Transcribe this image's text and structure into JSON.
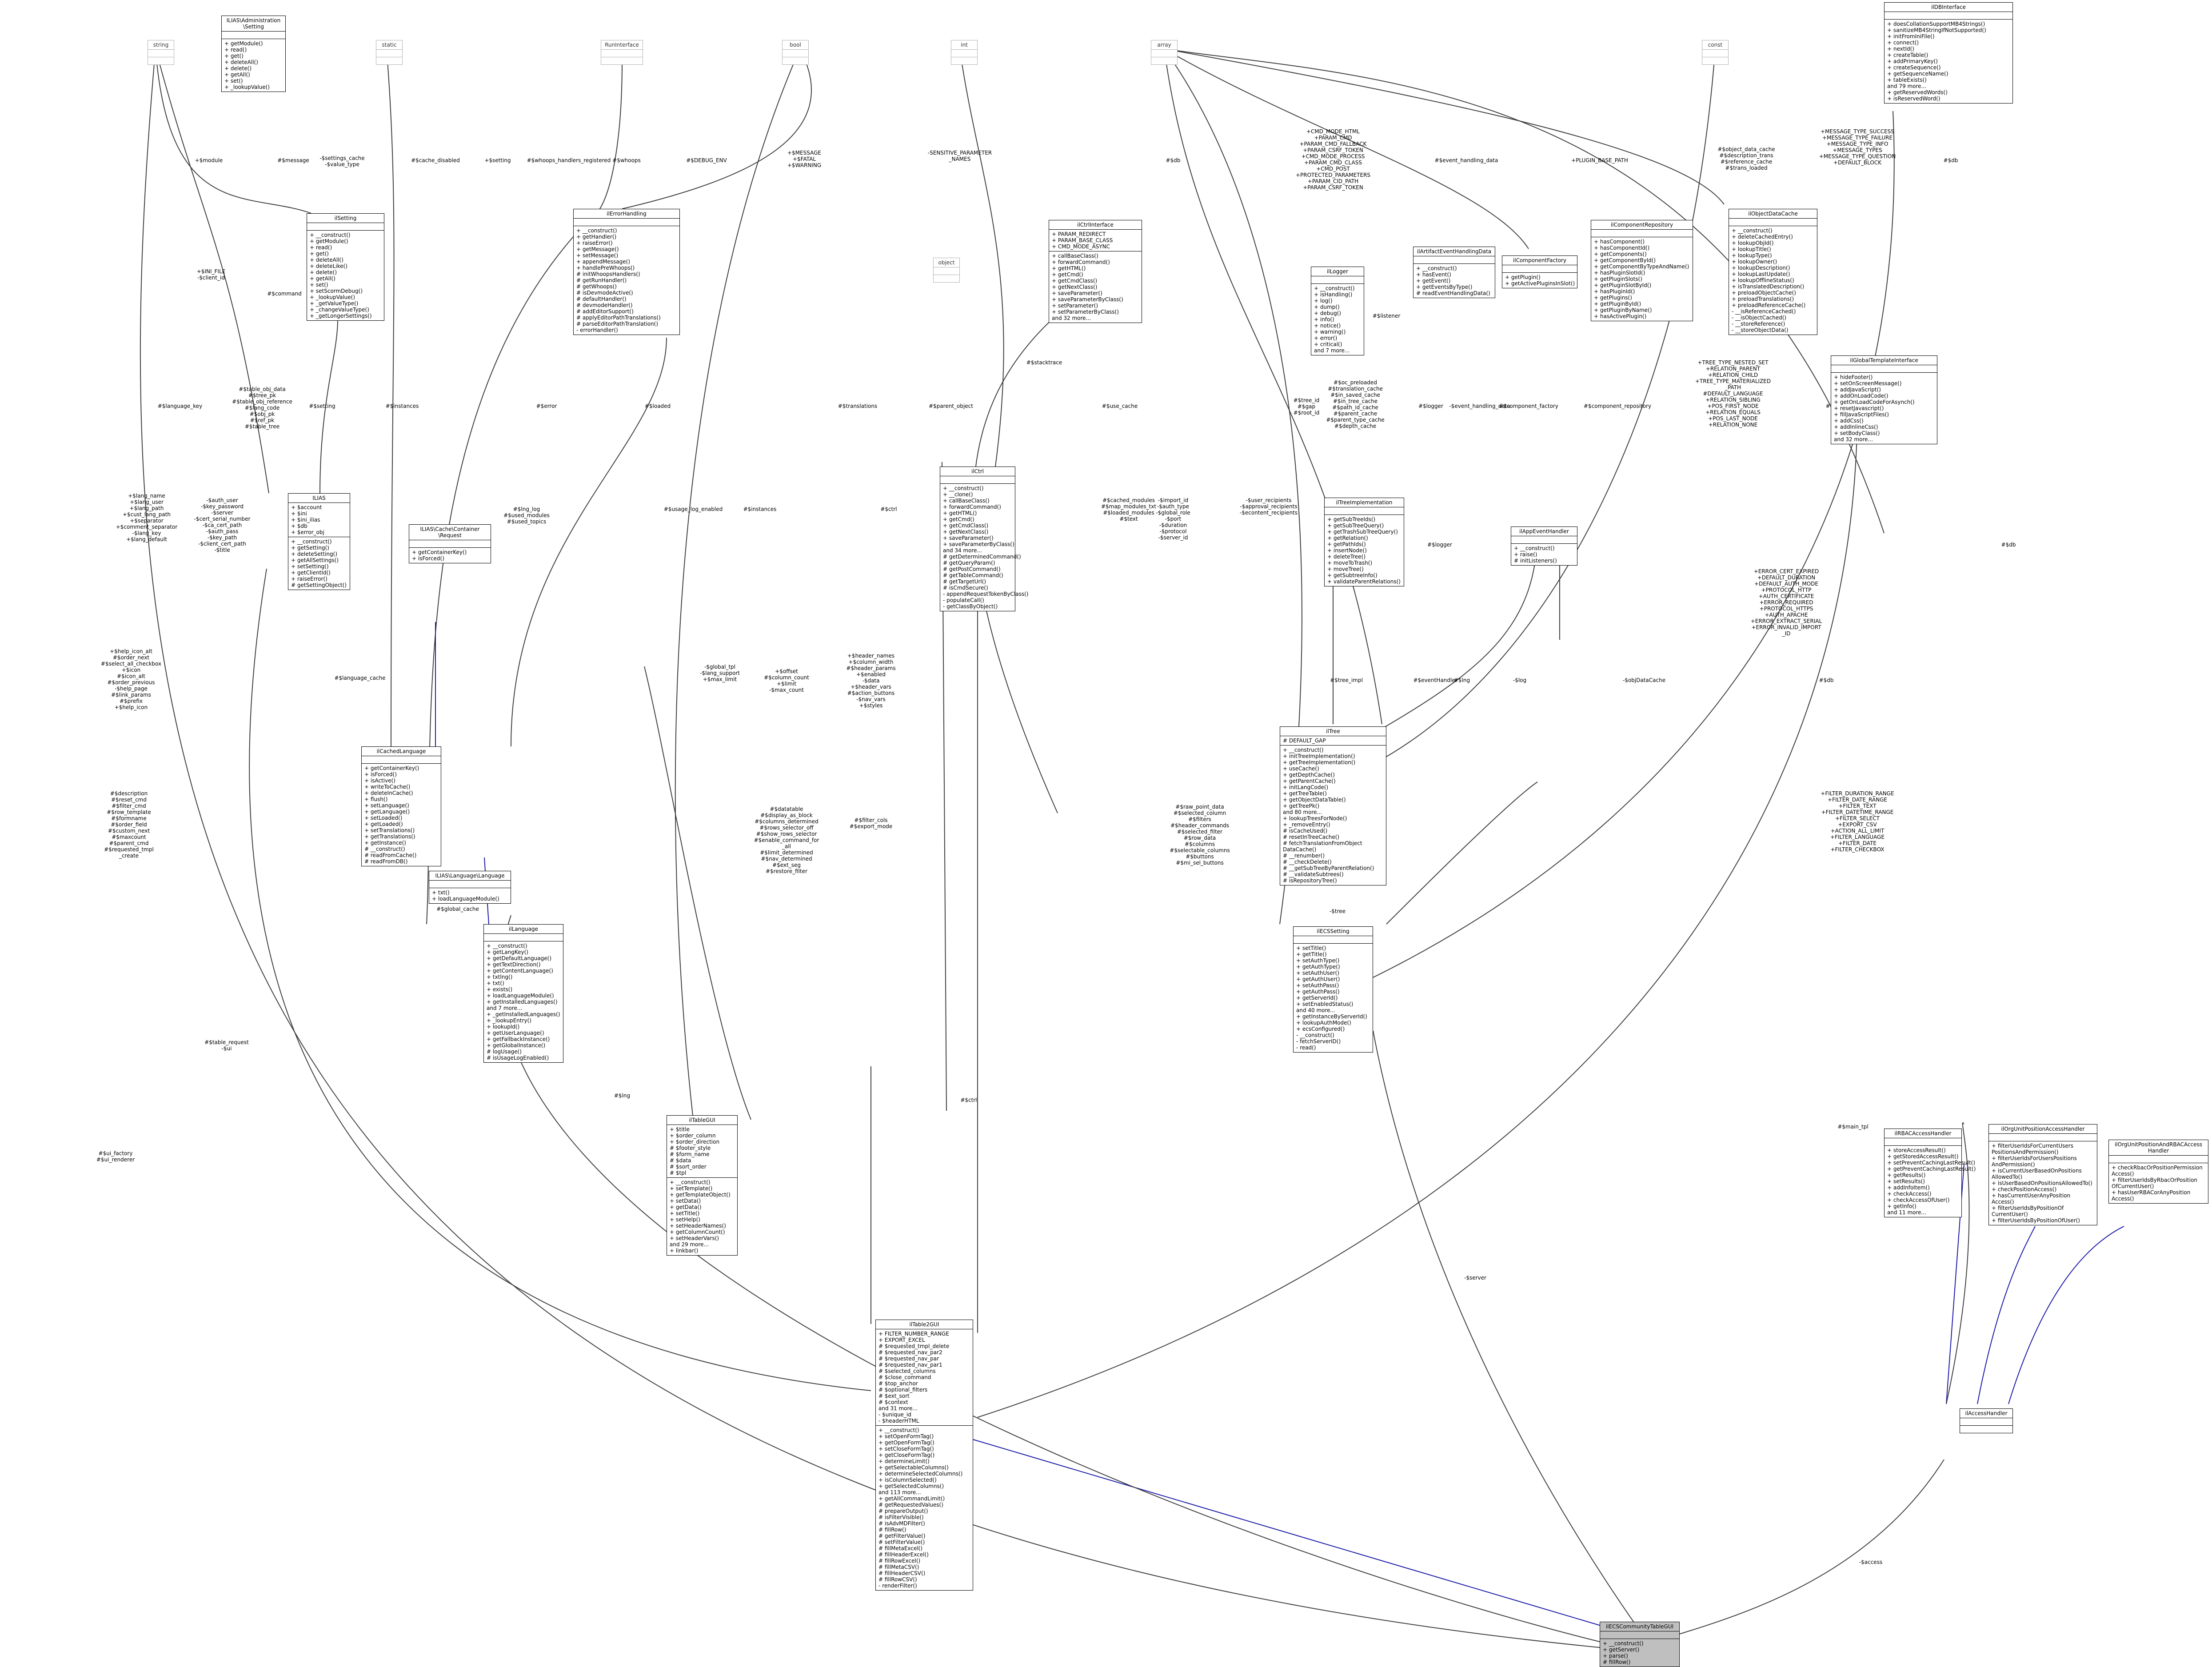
{
  "diagram_title": "",
  "classes": [
    {
      "id": "string",
      "name": "string",
      "attrs": "",
      "ops": "",
      "ghost": true
    },
    {
      "id": "setting_iface",
      "name": "ILIAS\\Administration\n\\Setting",
      "attrs": "",
      "ops": "+ getModule()\n+ read()\n+ get()\n+ deleteAll()\n+ delete()\n+ getAll()\n+ set()\n+ _lookupValue()"
    },
    {
      "id": "static",
      "name": "static",
      "attrs": "",
      "ops": "",
      "ghost": true
    },
    {
      "id": "runiface",
      "name": "RunInterface",
      "attrs": "",
      "ops": "",
      "ghost": true
    },
    {
      "id": "bool",
      "name": "bool",
      "attrs": "",
      "ops": "",
      "ghost": true
    },
    {
      "id": "int",
      "name": "int",
      "attrs": "",
      "ops": "",
      "ghost": true
    },
    {
      "id": "array",
      "name": "array",
      "attrs": "",
      "ops": "",
      "ghost": true
    },
    {
      "id": "const",
      "name": "const",
      "attrs": "",
      "ops": "",
      "ghost": true
    },
    {
      "id": "idbinterface",
      "name": "ilDBInterface",
      "attrs": "",
      "ops": "+ doesCollationSupportMB4Strings()\n+ sanitizeMB4StringIfNotSupported()\n+ initFromIniFile()\n+ connect()\n+ nextId()\n+ createTable()\n+ addPrimaryKey()\n+ createSequence()\n+ getSequenceName()\n+ tableExists()\nand 79 more...\n+ getReservedWords()\n+ isReservedWord()"
    },
    {
      "id": "ilsetting",
      "name": "ilSetting",
      "attrs": "",
      "ops": "+ __construct()\n+ getModule()\n+ read()\n+ get()\n+ deleteAll()\n+ deleteLike()\n+ delete()\n+ getAll()\n+ set()\n+ setScormDebug()\n+ _lookupValue()\n+ _getValueType()\n+ _changeValueType()\n+ _getLongerSettings()"
    },
    {
      "id": "errorhandling",
      "name": "ilErrorHandling",
      "attrs": "",
      "ops": "+ __construct()\n+ getHandler()\n+ raiseError()\n+ getMessage()\n+ setMessage()\n+ appendMessage()\n+ handlePreWhoops()\n# initWhoopsHandlers()\n# getRunHandler()\n# getWhoops()\n# isDevmodeActive()\n# defaultHandler()\n# devmodeHandler()\n# addEditorSupport()\n# applyEditorPathTranslations()\n# parseEditorPathTranslation()\n- errorHandler()"
    },
    {
      "id": "ctrlinterface",
      "name": "ilCtrlInterface",
      "attrs": "+ PARAM_REDIRECT\n+ PARAM_BASE_CLASS\n+ CMD_MODE_ASYNC",
      "ops": "+ callBaseClass()\n+ forwardCommand()\n+ getHTML()\n+ getCmd()\n+ getCmdClass()\n+ getNextClass()\n+ saveParameter()\n+ saveParameterByClass()\n+ setParameter()\n+ setParameterByClass()\nand 32 more..."
    },
    {
      "id": "logger",
      "name": "ilLogger",
      "attrs": "",
      "ops": "+ __construct()\n+ isHandling()\n+ log()\n+ dump()\n+ debug()\n+ info()\n+ notice()\n+ warning()\n+ error()\n+ critical()\nand 7 more..."
    },
    {
      "id": "artifact",
      "name": "ilArtifactEventHandlingData",
      "attrs": "",
      "ops": "+ __construct()\n+ hasEvent()\n+ getEvent()\n+ getEventsByType()\n# readEventHandlingData()"
    },
    {
      "id": "comprepo",
      "name": "ilComponentRepository",
      "attrs": "",
      "ops": "+ hasComponent()\n+ hasComponentId()\n+ getComponents()\n+ getComponentById()\n+ getComponentByTypeAndName()\n+ hasPluginSlotId()\n+ getPluginSlots()\n+ getPluginSlotById()\n+ hasPluginId()\n+ getPlugins()\n+ getPluginById()\n+ getPluginByName()\n+ hasActivePlugin()"
    },
    {
      "id": "compfactory",
      "name": "ilComponentFactory",
      "attrs": "",
      "ops": "+ getPlugin()\n+ getActivePluginsInSlot()"
    },
    {
      "id": "objdatacache",
      "name": "ilObjectDataCache",
      "attrs": "",
      "ops": "+ __construct()\n+ deleteCachedEntry()\n+ lookupObjId()\n+ lookupTitle()\n+ lookupType()\n+ lookupOwner()\n+ lookupDescription()\n+ lookupLastUpdate()\n+ lookupOfflineStatus()\n+ isTranslatedDescription()\n+ preloadObjectCache()\n+ preloadTranslations()\n+ preloadReferenceCache()\n- __isReferenceCached()\n- __isObjectCached()\n- __storeReference()\n- __storeObjectData()"
    },
    {
      "id": "object",
      "name": "object",
      "attrs": "",
      "ops": "",
      "ghost": true
    },
    {
      "id": "globaltpl",
      "name": "ilGlobalTemplateInterface",
      "attrs": "",
      "ops": "+ hideFooter()\n+ setOnScreenMessage()\n+ addJavaScript()\n+ addOnLoadCode()\n+ getOnLoadCodeForAsynch()\n+ resetJavascript()\n+ fillJavaScriptFiles()\n+ addCss()\n+ addInlineCss()\n+ setBodyClass()\nand 32 more..."
    },
    {
      "id": "ilias",
      "name": "ILIAS",
      "attrs": "+ $account\n+ $ini\n+ $ini_ilias\n+ $db\n+ $error_obj",
      "ops": "+ __construct()\n+ getSetting()\n+ deleteSetting()\n+ getAllSettings()\n+ setSetting()\n+ getClientId()\n+ raiseError()\n# getSettingObject()"
    },
    {
      "id": "cachereq",
      "name": "ILIAS\\Cache\\Container\n\\Request",
      "attrs": "",
      "ops": "+ getContainerKey()\n+ isForced()"
    },
    {
      "id": "ctrl",
      "name": "ilCtrl",
      "attrs": "",
      "ops": "+ __construct()\n+ __clone()\n+ callBaseClass()\n+ forwardCommand()\n+ getHTML()\n+ getCmd()\n+ getCmdClass()\n+ getNextClass()\n+ saveParameter()\n+ saveParameterByClass()\nand 34 more...\n# getDeterminedCommand()\n# getQueryParam()\n# getPostCommand()\n# getTableCommand()\n# getTargetUrl()\n# isCmdSecure()\n- appendRequestTokenByClass()\n- populateCall()\n- getClassByObject()"
    },
    {
      "id": "treeimpl",
      "name": "ilTreeImplementation",
      "attrs": "",
      "ops": "+ getSubTreeIds()\n+ getSubTreeQuery()\n+ getTrashSubTreeQuery()\n+ getRelation()\n+ getPathIds()\n+ insertNode()\n+ deleteTree()\n+ moveToTrash()\n+ moveTree()\n+ getSubtreeInfo()\n+ validateParentRelations()"
    },
    {
      "id": "appevent",
      "name": "ilAppEventHandler",
      "attrs": "",
      "ops": "+ __construct()\n+ raise()\n# initListeners()"
    },
    {
      "id": "cachedlang",
      "name": "ilCachedLanguage",
      "attrs": "",
      "ops": "+ getContainerKey()\n+ isForced()\n+ isActive()\n+ writeToCache()\n+ deleteInCache()\n+ flush()\n+ setLanguage()\n+ getLanguage()\n+ setLoaded()\n+ getLoaded()\n+ setTranslations()\n+ getTranslations()\n+ getInstance()\n# __construct()\n# readFromCache()\n# readFromDB()"
    },
    {
      "id": "langiface",
      "name": "ILIAS\\Language\\Language",
      "attrs": "",
      "ops": "+ txt()\n+ loadLanguageModule()"
    },
    {
      "id": "tree",
      "name": "ilTree",
      "attrs": "# DEFAULT_GAP",
      "ops": "+ __construct()\n+ initTreeImplementation()\n+ getTreeImplementation()\n+ useCache()\n+ getDepthCache()\n+ getParentCache()\n+ initLangCode()\n+ getTreeTable()\n+ getObjectDataTable()\n+ getTreePk()\nand 80 more...\n+ lookupTreesForNode()\n+ _removeEntry()\n# isCacheUsed()\n# resetInTreeCache()\n# fetchTranslationFromObject\nDataCache()\n# __renumber()\n# __checkDelete()\n# __getSubTreeByParentRelation()\n# __validateSubtrees()\n# isRepositoryTree()"
    },
    {
      "id": "language",
      "name": "ilLanguage",
      "attrs": "",
      "ops": "+ __construct()\n+ getLangKey()\n+ getDefaultLanguage()\n+ getTextDirection()\n+ getContentLanguage()\n+ txtlng()\n+ txt()\n+ exists()\n+ loadLanguageModule()\n+ getInstalledLanguages()\nand 7 more...\n+ _getInstalledLanguages()\n+ _lookupEntry()\n+ lookupId()\n+ getUserLanguage()\n+ getFallbackInstance()\n+ getGlobalInstance()\n# logUsage()\n# isUsageLogEnabled()"
    },
    {
      "id": "ecssetting",
      "name": "ilECSSetting",
      "attrs": "",
      "ops": "+ setTitle()\n+ getTitle()\n+ setAuthType()\n+ getAuthType()\n+ setAuthUser()\n+ getAuthUser()\n+ setAuthPass()\n+ getAuthPass()\n+ getServerId()\n+ setEnabledStatus()\nand 40 more...\n+ getInstanceByServerId()\n+ lookupAuthMode()\n+ ecsConfigured()\n- __construct()\n- fetchServerID()\n- read()"
    },
    {
      "id": "tablegui",
      "name": "ilTableGUI",
      "attrs": "+ $title\n+ $order_column\n+ $order_direction\n# $footer_style\n# $form_name\n# $data\n# $sort_order\n# $tpl",
      "ops": "+ __construct()\n+ setTemplate()\n+ getTemplateObject()\n+ setData()\n+ getData()\n+ setTitle()\n+ setHelp()\n+ setHeaderNames()\n+ getColumnCount()\n+ setHeaderVars()\nand 29 more...\n+ linkbar()"
    },
    {
      "id": "rbac",
      "name": "ilRBACAccessHandler",
      "attrs": "",
      "ops": "+ storeAccessResult()\n+ getStoredAccessResult()\n+ setPreventCachingLastResult()\n+ getPreventCachingLastResult()\n+ getResults()\n+ setResults()\n+ addInfoItem()\n+ checkAccess()\n+ checkAccessOfUser()\n+ getInfo()\nand 11 more..."
    },
    {
      "id": "orgunit",
      "name": "ilOrgUnitPositionAccessHandler",
      "attrs": "",
      "ops": "+ filterUserIdsForCurrentUsers\nPositionsAndPermission()\n+ filterUserIdsForUsersPositions\nAndPermission()\n+ isCurrentUserBasedOnPositions\nAllowedTo()\n+ isUserBasedOnPositionsAllowedTo()\n+ checkPositionAccess()\n+ hasCurrentUserAnyPosition\nAccess()\n+ filterUserIdsByPositionOf\nCurrentUser()\n+ filterUserIdsByPositionOfUser()"
    },
    {
      "id": "orgrbac",
      "name": "ilOrgUnitPositionAndRBACAccess\nHandler",
      "attrs": "",
      "ops": "+ checkRbacOrPositionPermission\nAccess()\n+ filterUserIdsByRbacOrPosition\nOfCurrentUser()\n+ hasUserRBACorAnyPosition\nAccess()"
    },
    {
      "id": "table2gui",
      "name": "ilTable2GUI",
      "attrs": "+ FILTER_NUMBER_RANGE\n+ EXPORT_EXCEL\n# $requested_tmpl_delete\n# $requested_nav_par2\n# $requested_nav_par\n# $requested_nav_par1\n# $selected_columns\n# $close_command\n# $top_anchor\n# $optional_filters\n# $ext_sort\n# $context\nand 31 more...\n- $unique_id\n- $headerHTML",
      "ops": "+ __construct()\n+ setOpenFormTag()\n+ getOpenFormTag()\n+ setCloseFormTag()\n+ getCloseFormTag()\n+ determineLimit()\n+ getSelectableColumns()\n+ determineSelectedColumns()\n+ isColumnSelected()\n+ getSelectedColumns()\nand 113 more...\n+ getAllCommandLimit()\n# getRequestedValues()\n# prepareOutput()\n# isFilterVisible()\n# isAdvMDFilter()\n# fillRow()\n# getFilterValue()\n# setFilterValue()\n# fillMetaExcel()\n# fillHeaderExcel()\n# fillRowExcel()\n# fillMetaCSV()\n# fillHeaderCSV()\n# fillRowCSV()\n- renderFilter()"
    },
    {
      "id": "accesshandler",
      "name": "ilAccessHandler",
      "attrs": "",
      "ops": ""
    },
    {
      "id": "ecstablegui",
      "name": "ilECSCommunityTableGUI",
      "attrs": "",
      "ops": "+ __construct()\n+ getServer()\n+ parse()\n# fillRow()",
      "root": true
    }
  ],
  "edge_labels": [
    {
      "id": "e_module",
      "text": "+$module"
    },
    {
      "id": "e_message",
      "text": "#$message"
    },
    {
      "id": "e_settings_cache",
      "text": "-$settings_cache\n-$value_type"
    },
    {
      "id": "e_cache_disabled",
      "text": "#$cache_disabled"
    },
    {
      "id": "e_setting1",
      "text": "+$setting"
    },
    {
      "id": "e_whoops_reg",
      "text": "#$whoops_handlers_registered"
    },
    {
      "id": "e_whoops",
      "text": "#$whoops"
    },
    {
      "id": "e_debug_env",
      "text": "#$DEBUG_ENV"
    },
    {
      "id": "e_msg_fatal",
      "text": "+$MESSAGE\n+$FATAL\n+$WARNING"
    },
    {
      "id": "e_sensitive",
      "text": "-SENSITIVE_PARAMETER\n_NAMES"
    },
    {
      "id": "e_db1",
      "text": "#$db"
    },
    {
      "id": "e_cmd_mode",
      "text": "+CMD_MODE_HTML\n+PARAM_CMD\n+PARAM_CMD_FALLBACK\n+PARAM_CSRF_TOKEN\n+CMD_MODE_PROCESS\n+PARAM_CMD_CLASS\n+CMD_POST\n+PROTECTED_PARAMETERS\n+PARAM_CID_PATH\n+PARAM_CSRF_TOKEN"
    },
    {
      "id": "e_event_handling",
      "text": "#$event_handling_data"
    },
    {
      "id": "e_plugin_base",
      "text": "+PLUGIN_BASE_PATH"
    },
    {
      "id": "e_object_data",
      "text": "#$object_data_cache\n#$description_trans\n#$reference_cache\n#$trans_loaded"
    },
    {
      "id": "e_msg_types",
      "text": "+MESSAGE_TYPE_SUCCESS\n+MESSAGE_TYPE_FAILURE\n+MESSAGE_TYPE_INFO\n+MESSAGE_TYPES\n+MESSAGE_TYPE_QUESTION\n+DEFAULT_BLOCK"
    },
    {
      "id": "e_db2",
      "text": "#$db"
    },
    {
      "id": "e_command",
      "text": "#$command"
    },
    {
      "id": "e_ini_file",
      "text": "+$INI_FILE\n-$client_id"
    },
    {
      "id": "e_listener",
      "text": "#$listener"
    },
    {
      "id": "e_tree_id",
      "text": "#$tree_id\n#$gap\n#$root_id"
    },
    {
      "id": "e_table_obj",
      "text": "#$table_obj_data\n#$tree_pk\n#$table_obj_reference\n#$lang_code\n#$obj_pk\n#$ref_pk\n#$table_tree"
    },
    {
      "id": "e_language_key",
      "text": "#$language_key"
    },
    {
      "id": "e_setting2",
      "text": "#$setting"
    },
    {
      "id": "e_instances1",
      "text": "#$instances"
    },
    {
      "id": "e_error",
      "text": "#$error"
    },
    {
      "id": "e_loaded",
      "text": "#$loaded"
    },
    {
      "id": "e_translations",
      "text": "#$translations"
    },
    {
      "id": "e_parent_object",
      "text": "#$parent_object"
    },
    {
      "id": "e_stacktrace",
      "text": "#$stacktrace"
    },
    {
      "id": "e_use_cache",
      "text": "#$use_cache"
    },
    {
      "id": "e_oc_preloaded",
      "text": "#$oc_preloaded\n#$translation_cache\n#$in_saved_cache\n#$in_tree_cache\n#$path_id_cache\n#$parent_cache\n#$parent_type_cache\n#$depth_cache"
    },
    {
      "id": "e_logger1",
      "text": "#$logger"
    },
    {
      "id": "e_event_data",
      "text": "-$event_handling_data"
    },
    {
      "id": "e_component_factory",
      "text": "#$component_factory"
    },
    {
      "id": "e_component_repo",
      "text": "#$component_repository"
    },
    {
      "id": "e_tree_type",
      "text": "+TREE_TYPE_NESTED_SET\n+RELATION_PARENT\n+RELATION_CHILD\n+TREE_TYPE_MATERIALIZED\n_PATH\n#DEFAULT_LANGUAGE\n+RELATION_SIBLING\n+POS_FIRST_NODE\n+RELATION_EQUALS\n+POS_LAST_NODE\n+RELATION_NONE"
    },
    {
      "id": "e_db3",
      "text": "#$db"
    },
    {
      "id": "e_lang_name",
      "text": "+$lang_name\n+$lang_user\n+$lang_path\n+$cust_lang_path\n+$separator\n+$comment_separator\n-$lang_key\n+$lang_default"
    },
    {
      "id": "e_auth_user",
      "text": "-$auth_user\n-$key_password\n-$server\n-$cert_serial_number\n-$ca_cert_path\n-$auth_pass\n-$key_path\n-$client_cert_path\n-$title"
    },
    {
      "id": "e_lng_log",
      "text": "#$lng_log\n#$used_modules\n#$used_topics"
    },
    {
      "id": "e_usage_log",
      "text": "#$usage_log_enabled"
    },
    {
      "id": "e_instances2",
      "text": "#$instances"
    },
    {
      "id": "e_ctrl1",
      "text": "#$ctrl"
    },
    {
      "id": "e_cached_modules",
      "text": "#$cached_modules\n#$map_modules_txt\n#$loaded_modules\n#$text"
    },
    {
      "id": "e_import_id",
      "text": "-$import_id\n-$auth_type\n-$global_role\n-$port\n-$duration\n-$protocol\n-$server_id"
    },
    {
      "id": "e_user_recipients",
      "text": "-$user_recipients\n-$approval_recipients\n-$econtent_recipients"
    },
    {
      "id": "e_logger2",
      "text": "#$logger"
    },
    {
      "id": "e_cert_expired",
      "text": "+ERROR_CERT_EXPIRED\n+DEFAULT_DURATION\n+DEFAULT_AUTH_MODE\n+PROTOCOL_HTTP\n+AUTH_CERTIFICATE\n+ERROR_REQUIRED\n+PROTOCOL_HTTPS\n+AUTH_APACHE\n+ERROR_EXTRACT_SERIAL\n+ERROR_INVALID_IMPORT\n_ID"
    },
    {
      "id": "e_db4",
      "text": "#$db"
    },
    {
      "id": "e_help_icon",
      "text": "+$help_icon_alt\n#$order_next\n#$select_all_checkbox\n+$icon\n#$icon_alt\n#$order_previous\n-$help_page\n#$link_params\n#$prefix\n+$help_icon"
    },
    {
      "id": "e_global_tpl",
      "text": "-$global_tpl\n-$lang_support\n+$max_limit"
    },
    {
      "id": "e_offset",
      "text": "+$offset\n#$column_count\n+$limit\n-$max_count"
    },
    {
      "id": "e_header_names",
      "text": "+$header_names\n+$column_width\n#$header_params\n+$enabled\n-$data\n+$header_vars\n#$action_buttons\n-$nav_vars\n+$styles"
    },
    {
      "id": "e_lang_cache",
      "text": "#$language_cache"
    },
    {
      "id": "e_tree_impl",
      "text": "#$tree_impl"
    },
    {
      "id": "e_event_handler",
      "text": "#$eventHandler"
    },
    {
      "id": "e_lng1",
      "text": "#$lng"
    },
    {
      "id": "e_log",
      "text": "-$log"
    },
    {
      "id": "e_obj_data_cache",
      "text": "-$objDataCache"
    },
    {
      "id": "e_db5",
      "text": "#$db"
    },
    {
      "id": "e_filter_dur",
      "text": "+FILTER_DURATION_RANGE\n+FILTER_DATE_RANGE\n+FILTER_TEXT\n+FILTER_DATETIME_RANGE\n+FILTER_SELECT\n+EXPORT_CSV\n+ACTION_ALL_LIMIT\n+FILTER_LANGUAGE\n+FILTER_DATE\n+FILTER_CHECKBOX"
    },
    {
      "id": "e_description",
      "text": "#$description\n#$reset_cmd\n#$filter_cmd\n#$row_template\n#$formname\n#$order_field\n#$custom_next\n#$maxcount\n#$parent_cmd\n#$requested_tmpl\n_create"
    },
    {
      "id": "e_global_cache",
      "text": "#$global_cache"
    },
    {
      "id": "e_datatable",
      "text": "#$datatable\n#$display_as_block\n#$columns_determined\n#$rows_selector_off\n#$show_rows_selector\n#$enable_command_for\n_all\n#$limit_determined\n#$nav_determined\n#$ext_seg\n#$restore_filter"
    },
    {
      "id": "e_filter_cols",
      "text": "#$filter_cols\n#$export_mode"
    },
    {
      "id": "e_row_point",
      "text": "#$raw_point_data\n#$selected_column\n#$filters\n#$header_commands\n#$selected_filter\n#$row_data\n#$columns\n#$selectable_columns\n#$buttons\n#$mi_sel_buttons"
    },
    {
      "id": "e_tree",
      "text": "-$tree"
    },
    {
      "id": "e_lng2",
      "text": "#$lng"
    },
    {
      "id": "e_main_tpl",
      "text": "#$main_tpl"
    },
    {
      "id": "e_table_request",
      "text": "#$table_request\n-$ui"
    },
    {
      "id": "e_ui_factory",
      "text": "#$ui_factory\n#$ui_renderer"
    },
    {
      "id": "e_ctrl2",
      "text": "#$ctrl"
    },
    {
      "id": "e_server",
      "text": "-$server"
    },
    {
      "id": "e_access",
      "text": "-$access"
    }
  ]
}
